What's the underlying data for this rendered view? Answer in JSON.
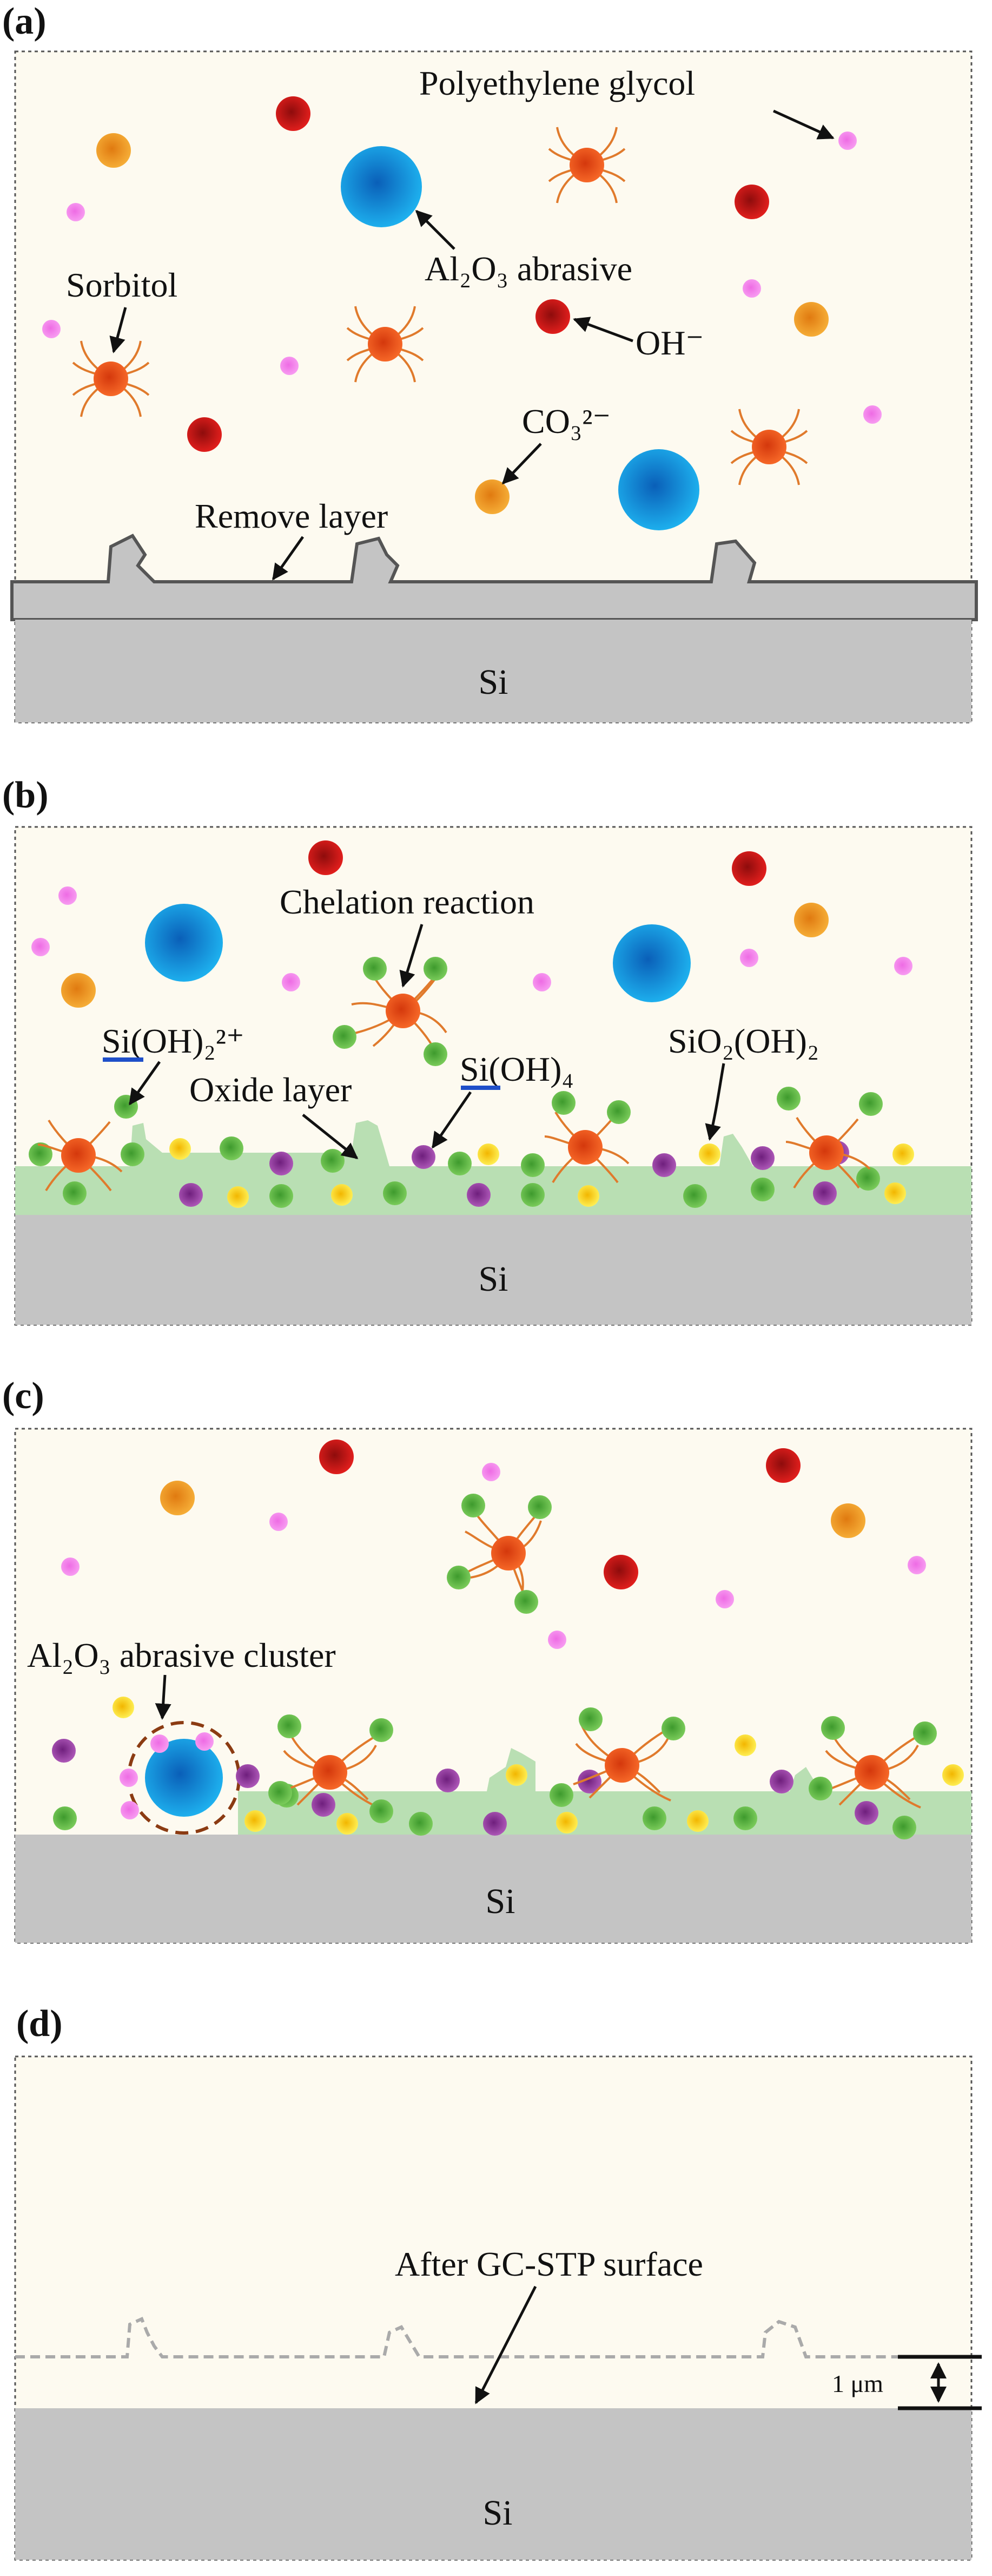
{
  "panels": {
    "a": {
      "label": "(a)",
      "substrate": "Si",
      "labels": {
        "peg": "Polyethylene glycol",
        "al2o3": "Al₂O₃ abrasive",
        "sorbitol": "Sorbitol",
        "oh": "OH⁻",
        "co3": "CO₃²⁻",
        "remove": "Remove layer"
      }
    },
    "b": {
      "label": "(b)",
      "substrate": "Si",
      "labels": {
        "chelation": "Chelation reaction",
        "sioh2": "Si(OH)₂²⁺",
        "oxide": "Oxide layer",
        "sioh4": "Si(OH)₄",
        "sio2oh2": "SiO₂(OH)₂"
      }
    },
    "c": {
      "label": "(c)",
      "substrate": "Si",
      "labels": {
        "cluster": "Al₂O₃ abrasive cluster"
      }
    },
    "d": {
      "label": "(d)",
      "substrate": "Si",
      "labels": {
        "after": "After GC-STP surface",
        "thickness": "1 μm"
      }
    }
  },
  "colors": {
    "slurry_bg": "#fdfaf0",
    "substrate": "#c4c4c4",
    "oxide_layer": "#b9dfb3",
    "remove_layer": "#c4c4c4",
    "abrasive": "#1aa7e8",
    "hydroxide": "#e0191e",
    "carbonate": "#f5a31b",
    "peg": "#f27ee8",
    "sorbitol_core": "#f4551a",
    "sorbitol_arm": "#e07a2c",
    "ligand_green": "#5fba46",
    "purple": "#9b3ba5",
    "yellow": "#f8e71c",
    "underline_blue": "#1f4fc9",
    "cluster_ring": "#8b3b12"
  }
}
